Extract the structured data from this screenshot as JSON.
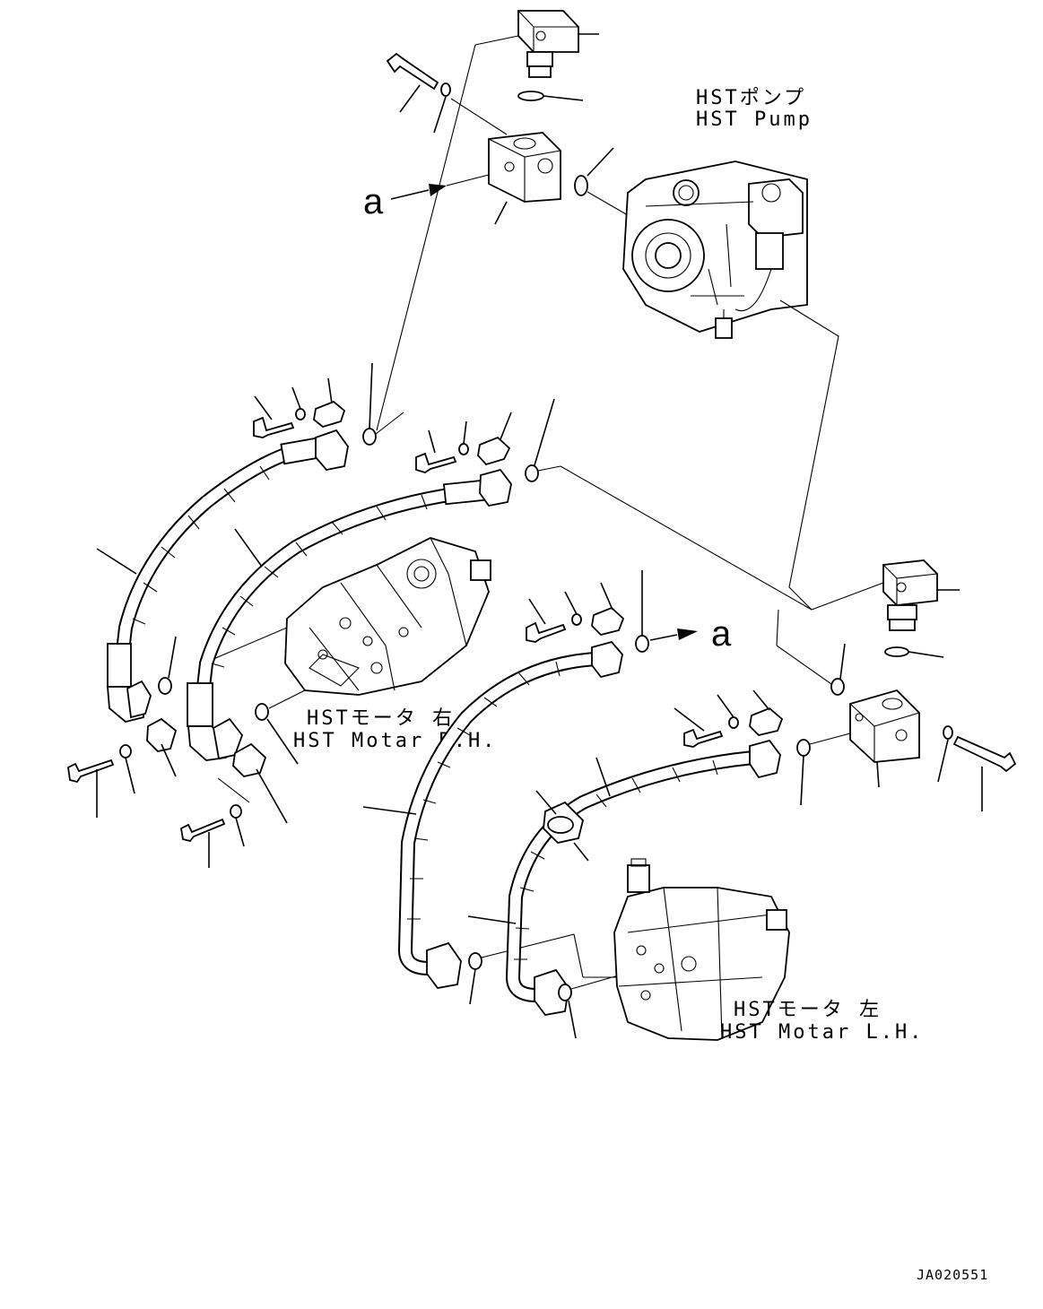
{
  "labels": {
    "hst_pump_jp": "HSTポンプ",
    "hst_pump_en": "HST Pump",
    "hst_motor_rh_jp": "HSTモータ 右",
    "hst_motor_rh_en": "HST Motar R.H.",
    "hst_motor_lh_jp": "HSTモータ 左",
    "hst_motor_lh_en": "HST Motar L.H.",
    "ref_a_left": "a",
    "ref_a_right": "a",
    "drawing_code": "JA020551"
  }
}
